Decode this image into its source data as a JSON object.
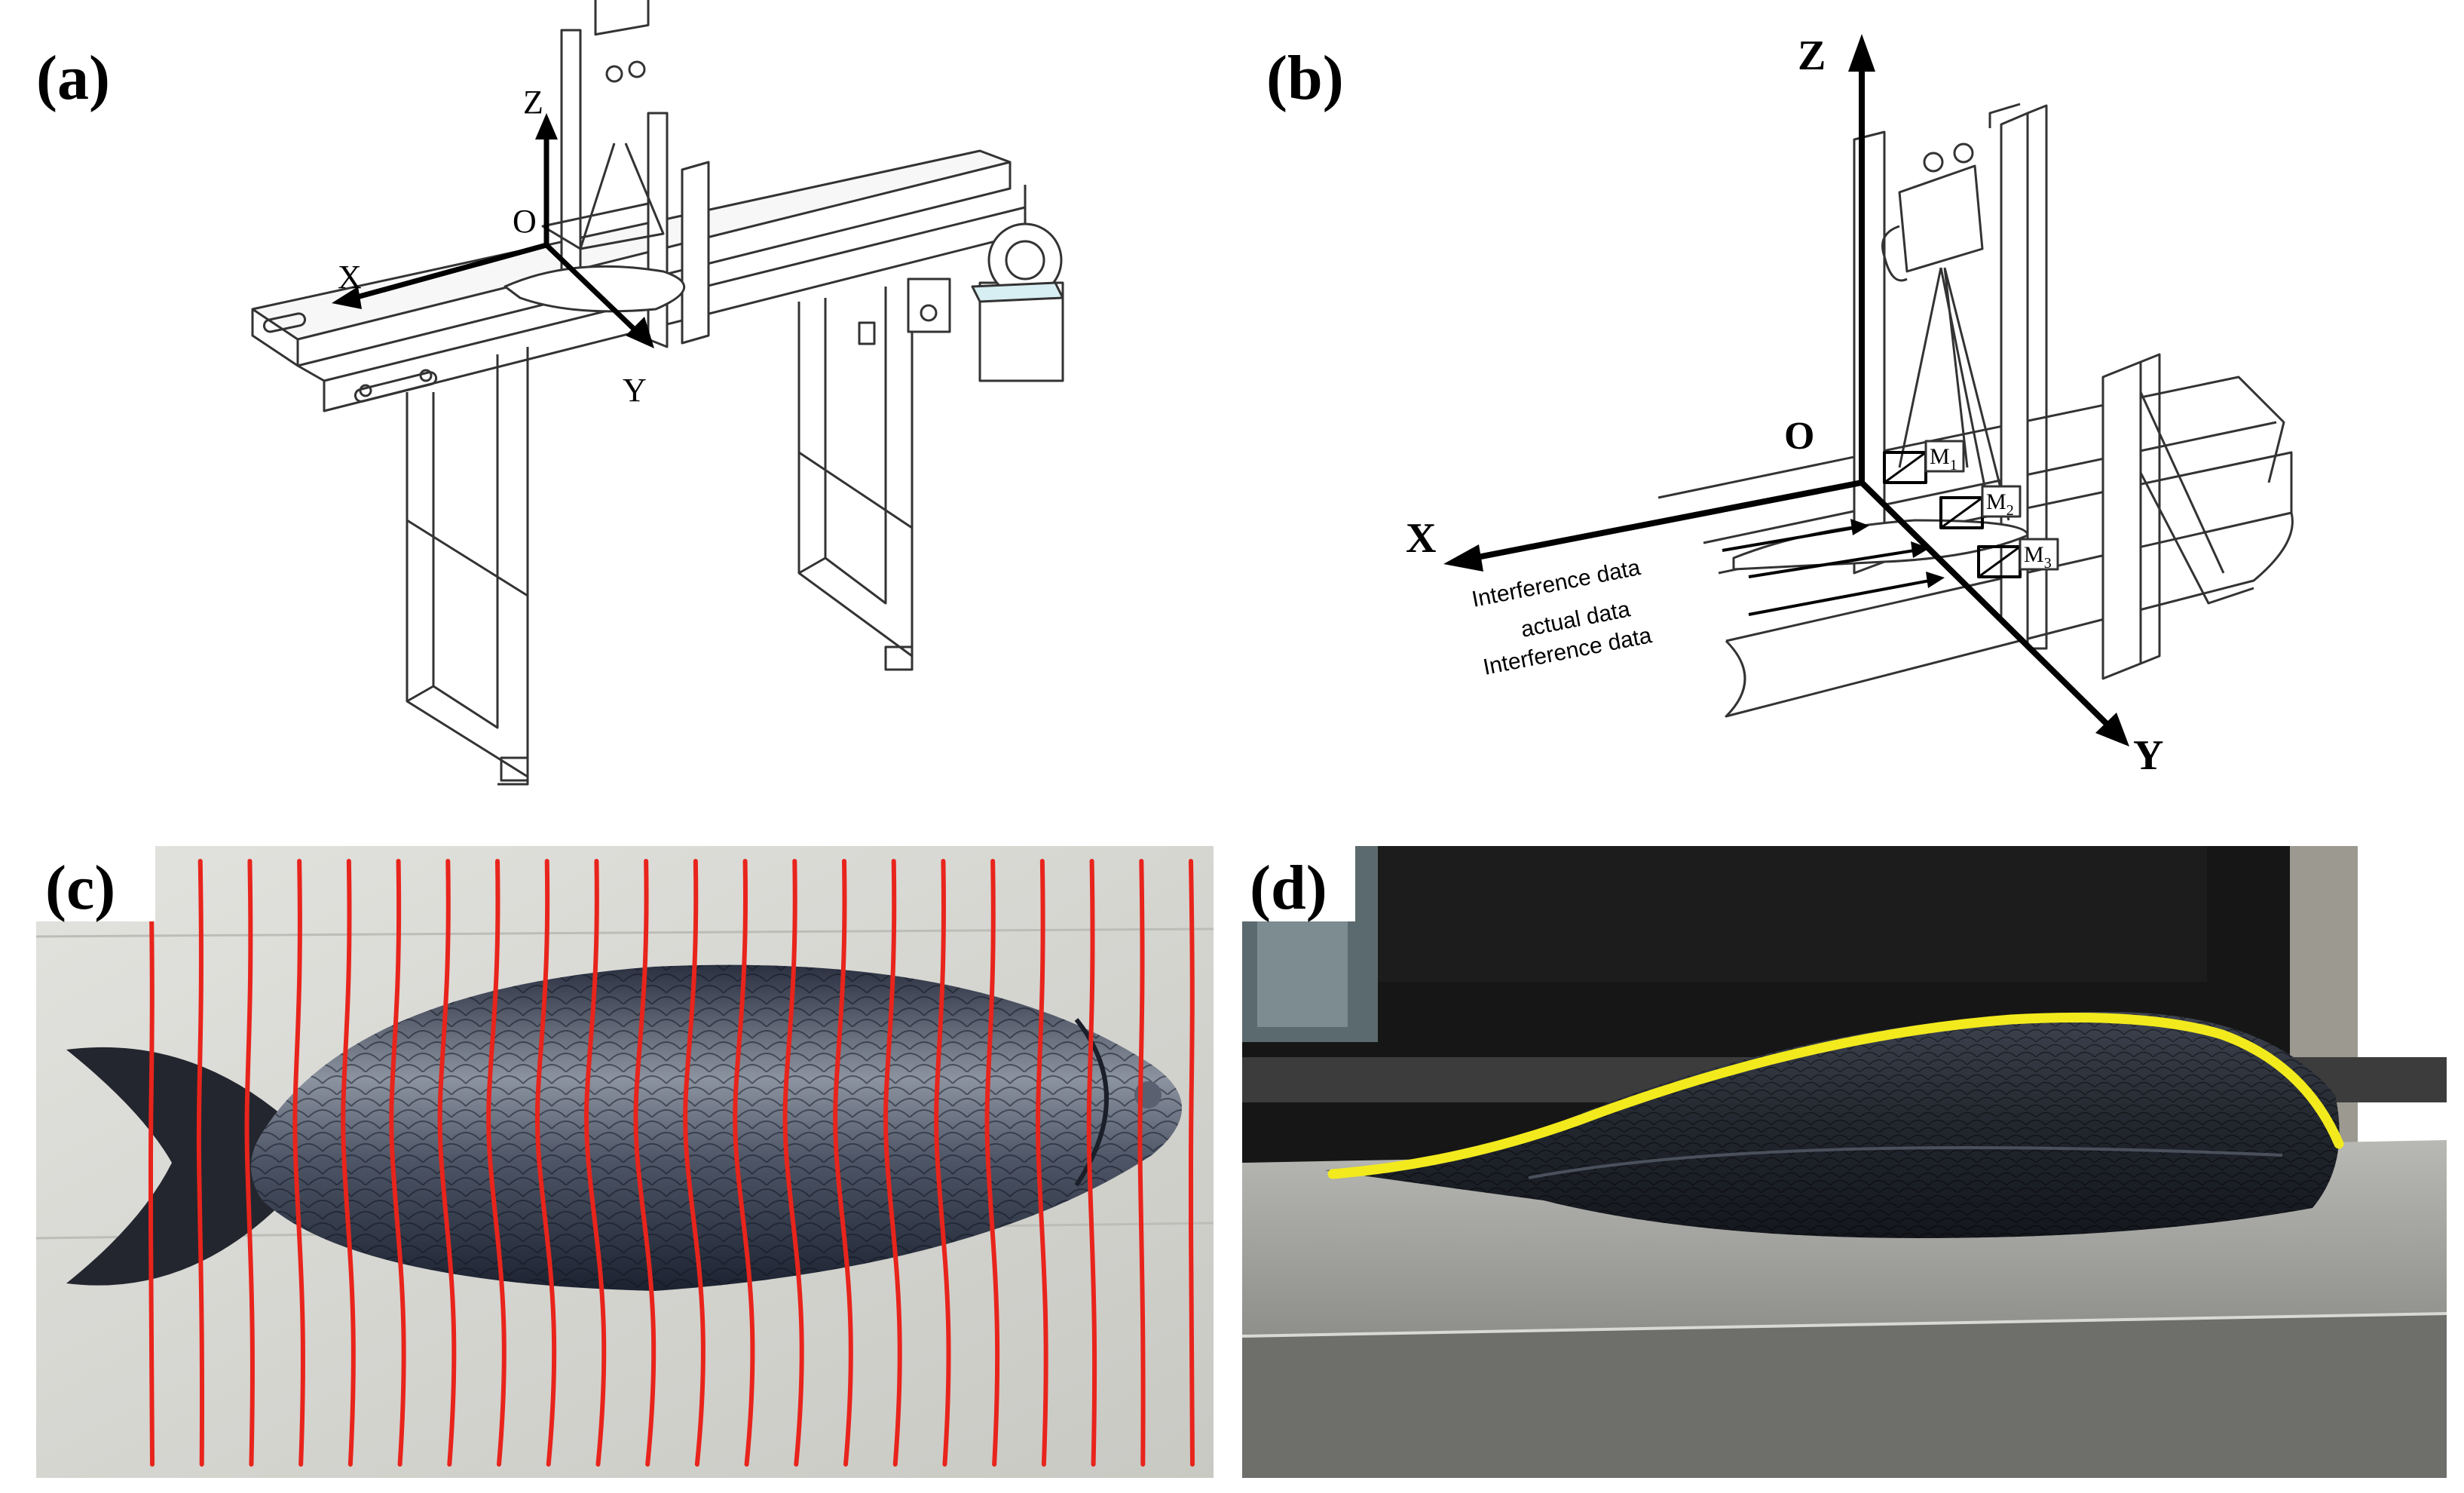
{
  "panels": {
    "a": {
      "label": "(a)",
      "axes": {
        "x": "X",
        "y": "Y",
        "z": "Z",
        "origin": "O"
      }
    },
    "b": {
      "label": "(b)",
      "axes": {
        "x": "X",
        "y": "Y",
        "z": "Z",
        "origin": "O"
      },
      "markers": [
        {
          "main": "M",
          "sub": "1"
        },
        {
          "main": "M",
          "sub": "2"
        },
        {
          "main": "M",
          "sub": "3"
        }
      ],
      "annotations": [
        "Interference data",
        "actual data",
        "Interference data"
      ]
    },
    "c": {
      "label": "(c)",
      "contour_lines": 22,
      "line_color": "#e8241c"
    },
    "d": {
      "label": "(d)",
      "profile_color": "#f2ea1d"
    }
  }
}
